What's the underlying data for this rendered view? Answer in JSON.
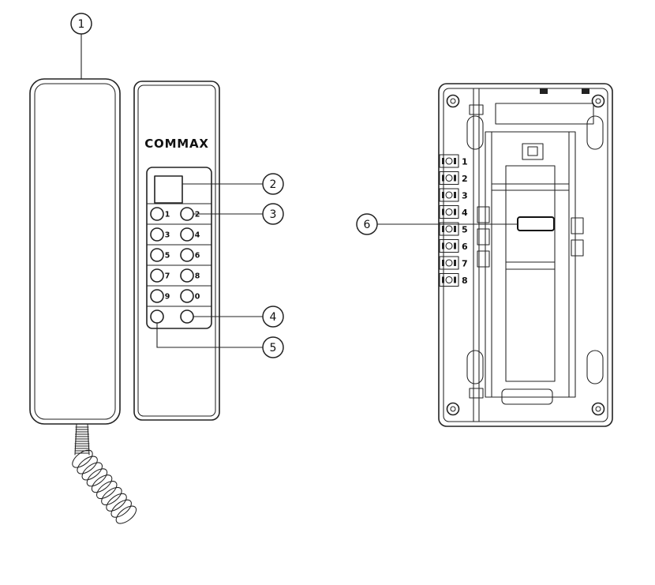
{
  "diagram": {
    "brand": "COMMAX",
    "callouts": [
      "1",
      "2",
      "3",
      "4",
      "5",
      "6"
    ],
    "keypad": {
      "labels": [
        "1",
        "2",
        "3",
        "4",
        "5",
        "6",
        "7",
        "8",
        "9",
        "0"
      ]
    },
    "terminals": {
      "labels": [
        "1",
        "2",
        "3",
        "4",
        "5",
        "6",
        "7",
        "8"
      ]
    },
    "colors": {
      "line": "#222222",
      "background": "#ffffff"
    }
  }
}
